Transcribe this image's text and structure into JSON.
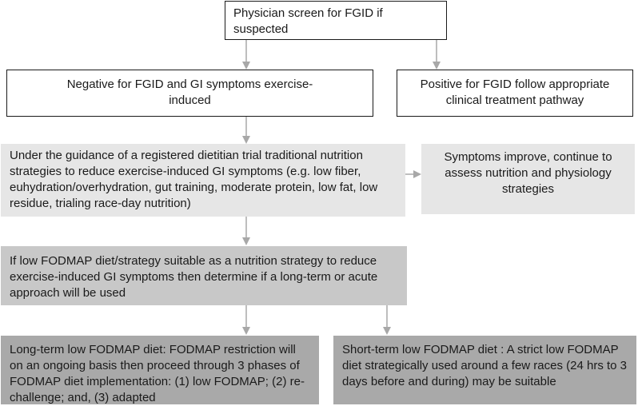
{
  "boxes": {
    "screen": "Physician screen for FGID if suspected",
    "negative": "Negative for FGID and GI symptoms exercise-induced",
    "positive": "Positive for FGID follow appropriate clinical treatment pathway",
    "traditional": "Under the guidance of a registered dietitian trial traditional nutrition strategies to reduce exercise-induced GI symptoms (e.g. low fiber, euhydration/overhydration, gut training, moderate protein, low fat, low residue, trialing race-day nutrition)",
    "improve": "Symptoms improve, continue to assess nutrition and physiology strategies",
    "fodmap_decision": "If low FODMAP diet/strategy suitable as a nutrition strategy to reduce exercise-induced GI symptoms then determine if a long-term or acute approach will be used",
    "long_term": "Long-term low FODMAP diet: FODMAP restriction will on an ongoing basis then proceed through 3 phases of FODMAP diet implementation: (1) low FODMAP; (2) re-challenge; and, (3) adapted",
    "short_term": "Short-term low FODMAP diet : A strict low FODMAP diet strategically used around a few races (24 hrs to 3 days before and during) may be suitable"
  },
  "colors": {
    "arrow": "#a8a8a8",
    "light_fill": "#e6e6e6",
    "mid_fill": "#c8c8c8",
    "dark_fill": "#a9a9a9"
  }
}
